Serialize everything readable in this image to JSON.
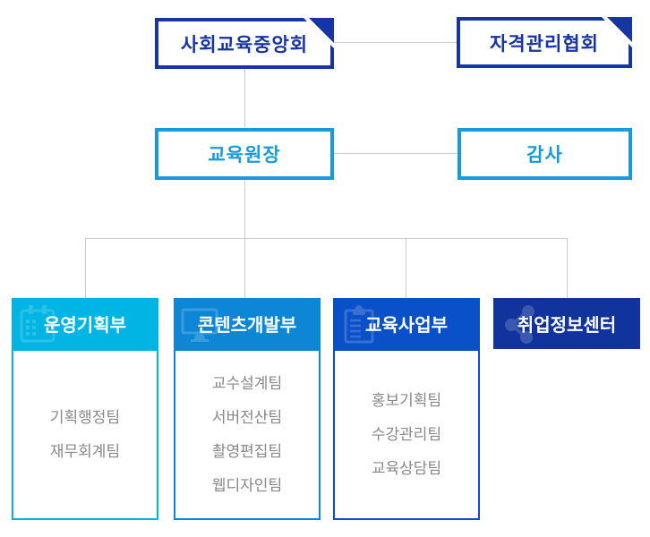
{
  "org_chart": {
    "root": {
      "label": "사회교육중앙회"
    },
    "affiliate": {
      "label": "자격관리협회"
    },
    "director": {
      "label": "교육원장"
    },
    "auditor": {
      "label": "감사"
    },
    "departments": [
      {
        "label": "운영기획부",
        "icon": "calendar-icon",
        "accent": "#00b4e4",
        "teams": [
          "기획행정팀",
          "재무회계팀"
        ]
      },
      {
        "label": "콘텐츠개발부",
        "icon": "monitor-icon",
        "accent": "#0d86d6",
        "teams": [
          "교수설계팀",
          "서버전산팀",
          "촬영편집팀",
          "웹디자인팀"
        ]
      },
      {
        "label": "교육사업부",
        "icon": "clipboard-icon",
        "accent": "#0a51c9",
        "teams": [
          "홍보기획팀",
          "수강관리팀",
          "교육상담팀"
        ]
      },
      {
        "label": "취업정보센터",
        "icon": "share-icon",
        "accent": "#10339c",
        "teams": []
      }
    ]
  },
  "colors": {
    "navy_border": "#1634a4",
    "sky_border": "#189ade",
    "connector_line": "#cccccc",
    "team_text": "#888888",
    "header_text": "#ffffff"
  }
}
